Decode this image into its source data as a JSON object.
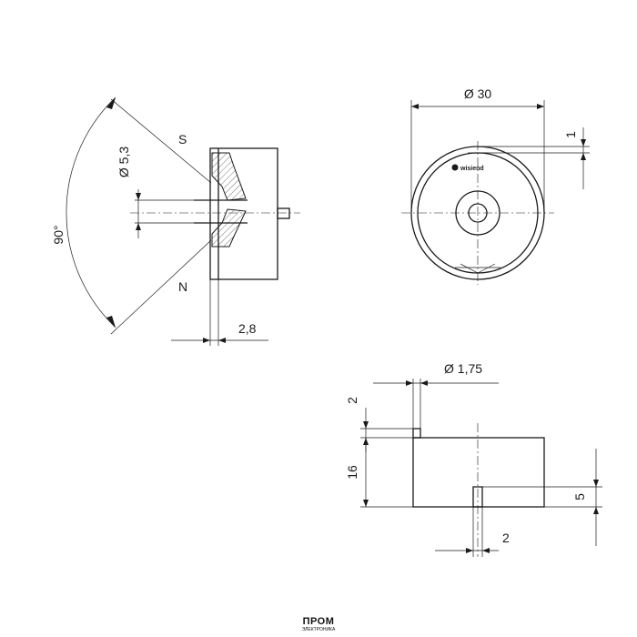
{
  "side_view": {
    "dim_angle": "90°",
    "dim_bore": "Ø 5,3",
    "dim_offset": "2,8",
    "pole_s": "S",
    "pole_n": "N"
  },
  "front_view": {
    "dim_diameter": "Ø 30",
    "dim_one": "1",
    "brand": "wisiend"
  },
  "bottom_view": {
    "dim_pin_diameter": "Ø 1,75",
    "dim_two_top": "2",
    "dim_sixteen": "16",
    "dim_five": "5",
    "dim_two_bottom": "2"
  },
  "logo": {
    "line1": "ПРОМ",
    "line2": "ЭЛЕКТРОНИКА"
  }
}
